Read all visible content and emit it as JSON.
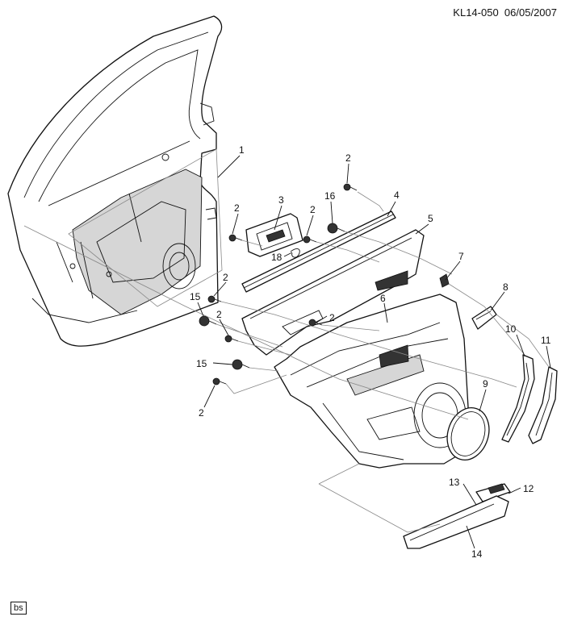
{
  "header": {
    "ref": "KL14-050",
    "date": "06/05/2007"
  },
  "footer": {
    "badge": "bs"
  },
  "callouts": [
    {
      "id": "c1",
      "label": "1"
    },
    {
      "id": "c2a",
      "label": "2"
    },
    {
      "id": "c2b",
      "label": "2"
    },
    {
      "id": "c2c",
      "label": "2"
    },
    {
      "id": "c2d",
      "label": "2"
    },
    {
      "id": "c2e",
      "label": "2"
    },
    {
      "id": "c2f",
      "label": "2"
    },
    {
      "id": "c2g",
      "label": "2"
    },
    {
      "id": "c3",
      "label": "3"
    },
    {
      "id": "c4",
      "label": "4"
    },
    {
      "id": "c5",
      "label": "5"
    },
    {
      "id": "c6",
      "label": "6"
    },
    {
      "id": "c7",
      "label": "7"
    },
    {
      "id": "c8",
      "label": "8"
    },
    {
      "id": "c9",
      "label": "9"
    },
    {
      "id": "c10",
      "label": "10"
    },
    {
      "id": "c11",
      "label": "11"
    },
    {
      "id": "c12",
      "label": "12"
    },
    {
      "id": "c13",
      "label": "13"
    },
    {
      "id": "c14",
      "label": "14"
    },
    {
      "id": "c15a",
      "label": "15"
    },
    {
      "id": "c15b",
      "label": "15"
    },
    {
      "id": "c16",
      "label": "16"
    },
    {
      "id": "c18",
      "label": "18"
    }
  ]
}
